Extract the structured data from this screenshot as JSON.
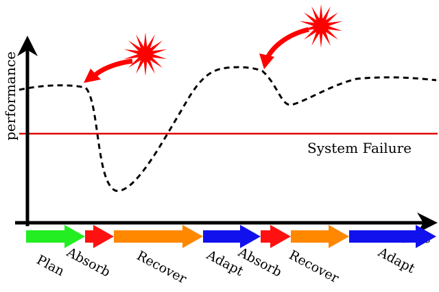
{
  "diagram": {
    "y_axis_label": "performance",
    "x_axis_label": "time",
    "failure_line_label": "System Failure",
    "phases": [
      {
        "label": "Plan",
        "color": "#22ee22"
      },
      {
        "label": "Absorb",
        "color": "#ff1111"
      },
      {
        "label": "Recover",
        "color": "#ff8800"
      },
      {
        "label": "Adapt",
        "color": "#1111ee"
      },
      {
        "label": "Absorb",
        "color": "#ff1111"
      },
      {
        "label": "Recover",
        "color": "#ff8800"
      },
      {
        "label": "Adapt",
        "color": "#1111ee"
      }
    ],
    "colors": {
      "failure_line": "#e00000",
      "shock": "#ff0000",
      "curve": "#000000"
    },
    "icons": [
      "shock-starburst-icon",
      "impact-arrow-icon"
    ]
  }
}
